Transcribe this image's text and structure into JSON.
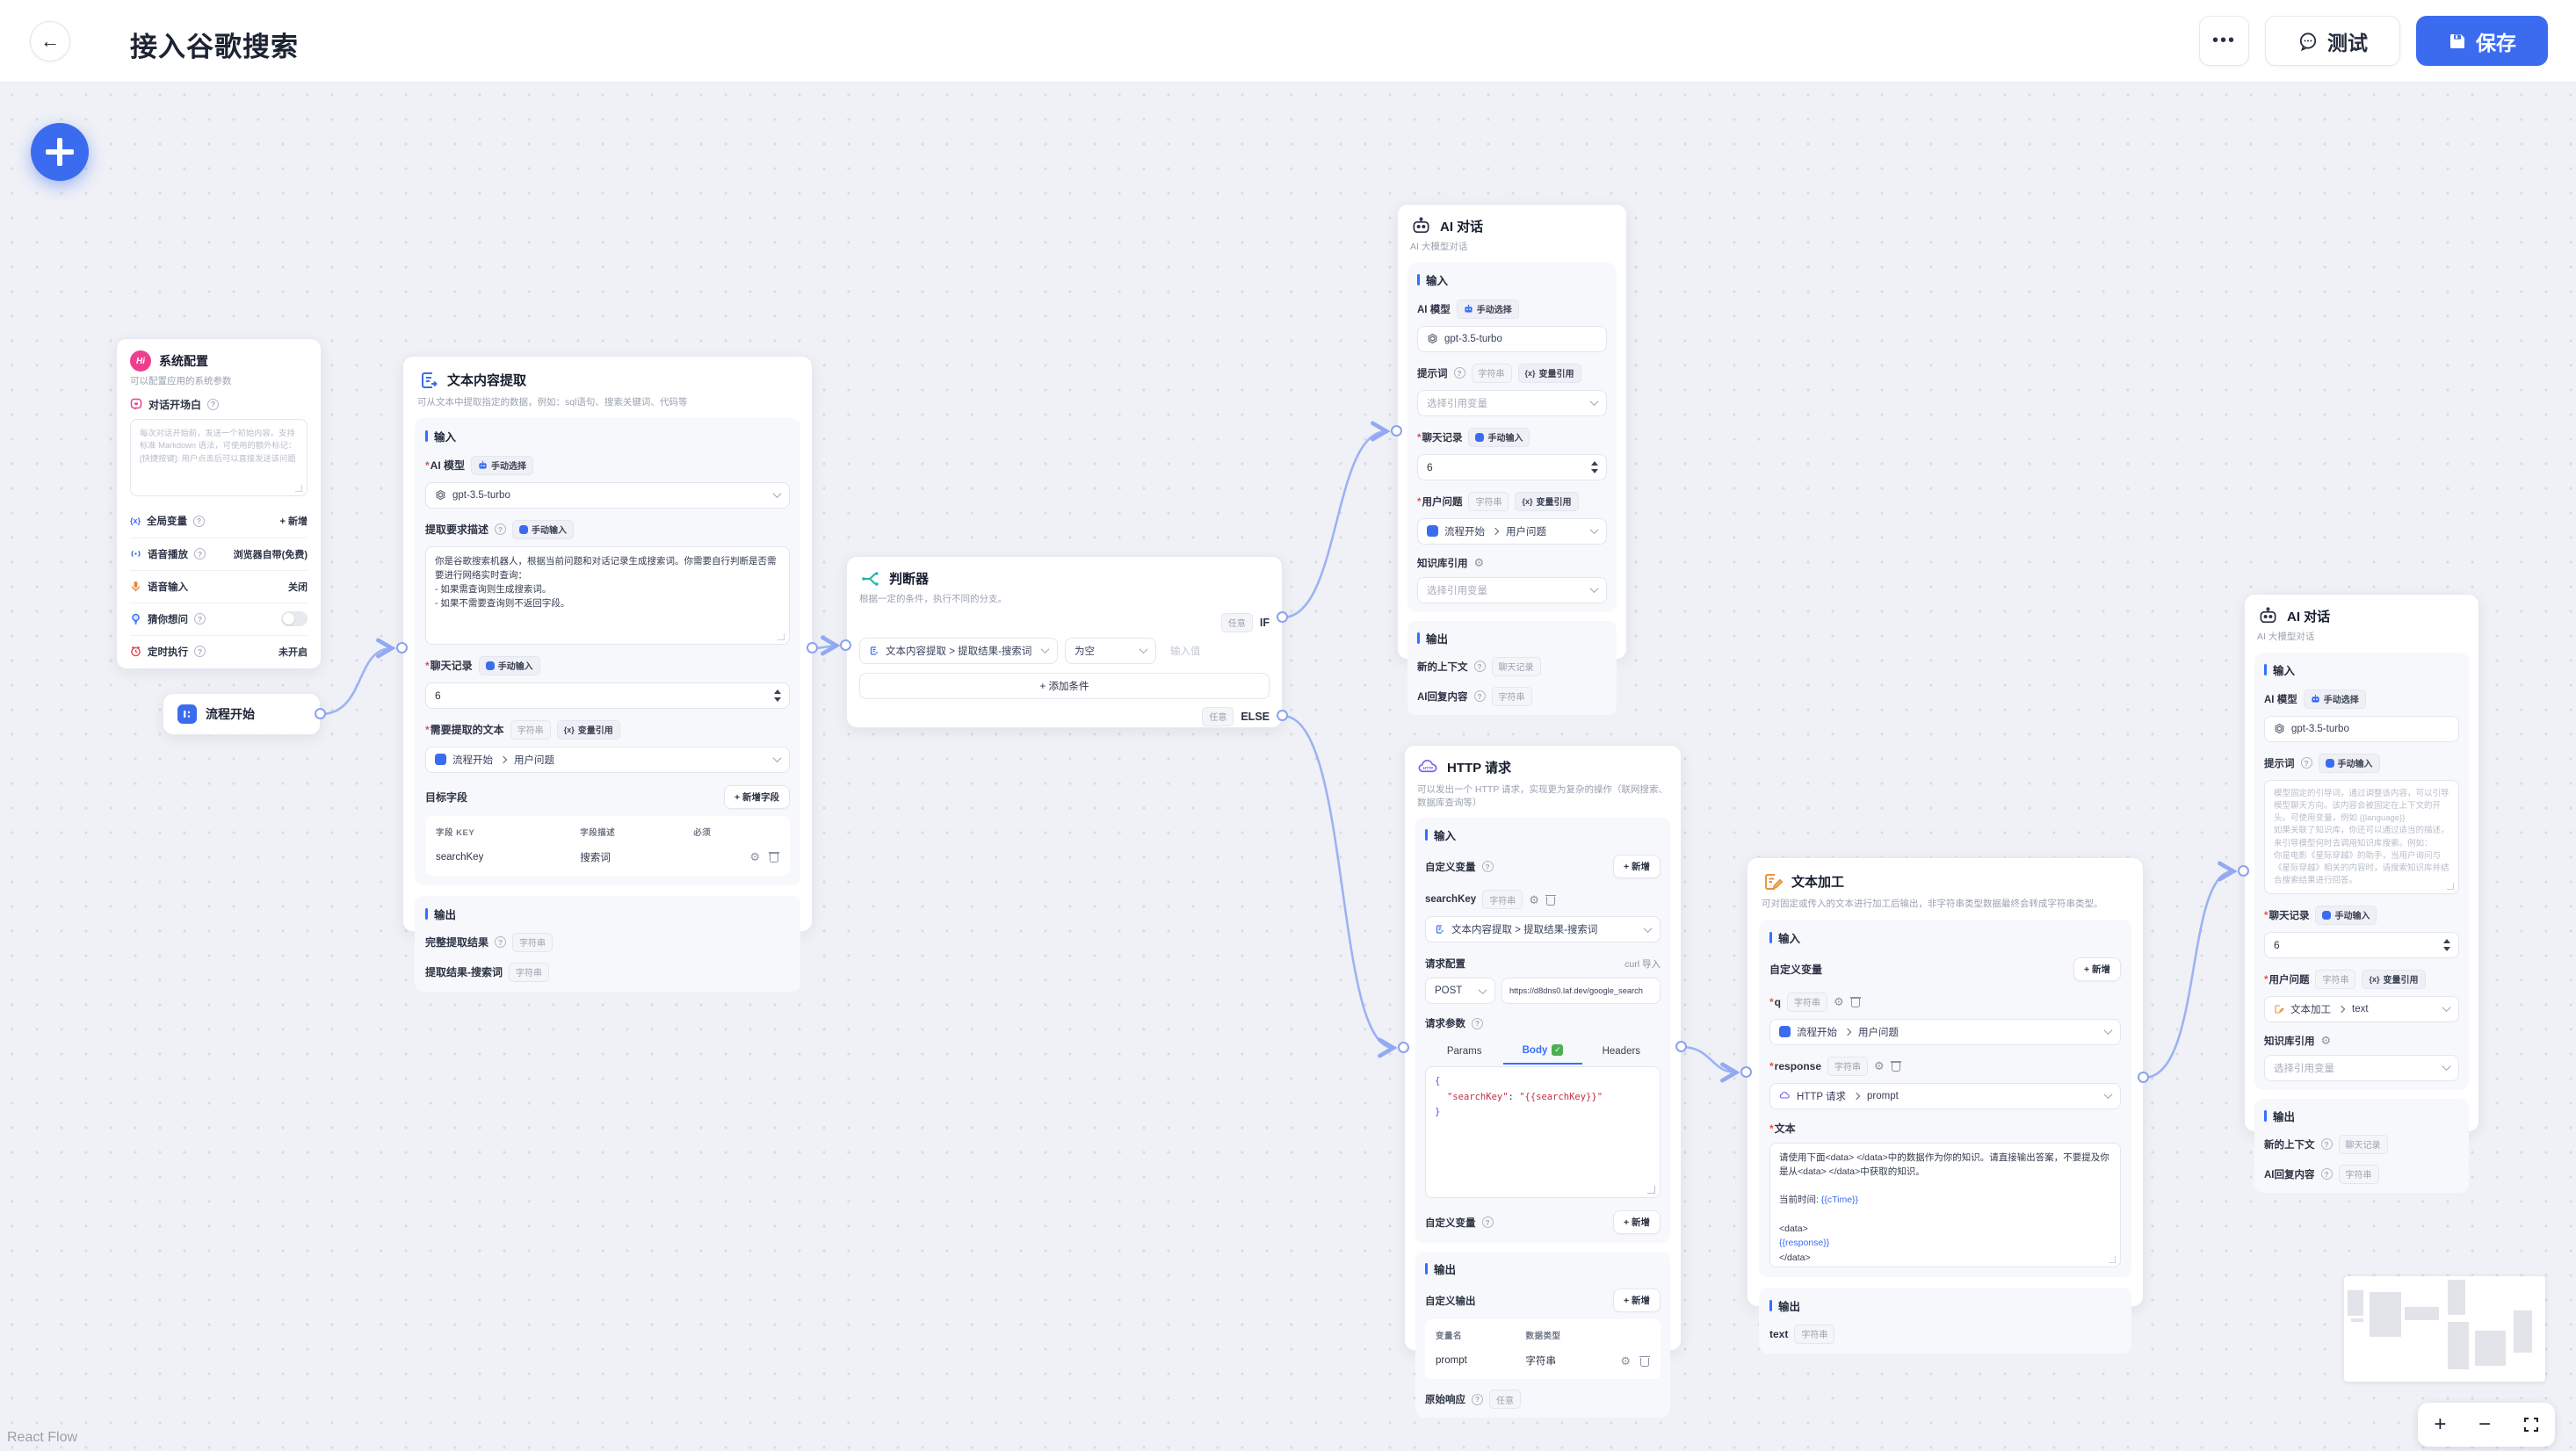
{
  "header": {
    "title": "接入谷歌搜索",
    "more": "•••",
    "test": "测试",
    "save": "保存"
  },
  "canvas": {
    "attribution": "React Flow"
  },
  "common": {
    "input": "输入",
    "output": "输出",
    "add_new": "+ 新增",
    "ai_model": "AI 模型",
    "manual_select": "手动选择",
    "manual_input": "手动输入",
    "var_ref": "变量引用",
    "type_string": "字符串",
    "type_chat_history": "聊天记录",
    "type_any": "任意",
    "model": "gpt-3.5-turbo",
    "prompt": "提示词",
    "chat_history": "聊天记录",
    "chat_rounds": "6",
    "user_question": "用户问题",
    "kb_ref": "知识库引用",
    "select_placeholder": "选择引用变量",
    "new_context": "新的上下文",
    "ai_reply": "AI回复内容",
    "flow_start_ref_source": "流程开始",
    "flow_start_ref_field": "用户问题"
  },
  "nodes": {
    "system_config": {
      "title": "系统配置",
      "subtitle": "可以配置应用的系统参数",
      "opener_label": "对话开场白",
      "opener_placeholder": "每次对话开始前，发送一个初始内容。支持标准 Markdown 语法，可使用的额外标记：\n[快捷按键]: 用户点击后可以直接发送该问题",
      "rows": [
        {
          "label": "全局变量",
          "value": "+ 新增"
        },
        {
          "label": "语音播放",
          "value": "浏览器自带(免费)"
        },
        {
          "label": "语音输入",
          "value": "关闭"
        },
        {
          "label": "猜你想问",
          "value": ""
        },
        {
          "label": "定时执行",
          "value": "未开启"
        }
      ]
    },
    "flow_start": {
      "title": "流程开始"
    },
    "text_extract": {
      "title": "文本内容提取",
      "subtitle": "可从文本中提取指定的数据，例如：sql语句、搜索关键词、代码等",
      "desc_label": "提取要求描述",
      "desc_value": "你是谷歌搜索机器人，根据当前问题和对话记录生成搜索词。你需要自行判断是否需要进行网络实时查询：\n- 如果需查询则生成搜索词。\n- 如果不需要查询则不返回字段。",
      "source_label": "需要提取的文本",
      "target_label": "目标字段",
      "add_field": "+ 新增字段",
      "table": {
        "key_h": "字段 KEY",
        "desc_h": "字段描述",
        "req_h": "必须",
        "rows": [
          {
            "key": "searchKey",
            "desc": "搜索词"
          }
        ]
      },
      "out1": "完整提取结果",
      "out2": "提取结果-搜索词"
    },
    "condition": {
      "title": "判断器",
      "subtitle": "根据一定的条件，执行不同的分支。",
      "any": "任意",
      "if": "IF",
      "else": "ELSE",
      "left_ref": "文本内容提取 > 提取结果-搜索词",
      "operator": "为空",
      "value_placeholder": "输入值",
      "add_condition": "+ 添加条件"
    },
    "ai_chat_top": {
      "title": "AI 对话",
      "subtitle": "AI 大模型对话"
    },
    "ai_chat_right": {
      "title": "AI 对话",
      "subtitle": "AI 大模型对话",
      "prompt_placeholder": "模型固定的引导词，通过调整该内容，可以引导模型聊天方向。该内容会被固定在上下文的开头。可使用变量，例如 {{language}}\n如果关联了知识库，你还可以通过适当的描述，来引导模型何时去调用知识库搜索。例如：\n你是电影《星际穿越》的助手，当用户询问与《星际穿越》相关的内容时，请搜索知识库并结合搜索结果进行回答。",
      "user_ref_source": "文本加工",
      "user_ref_field": "text"
    },
    "http_request": {
      "title": "HTTP 请求",
      "subtitle": "可以发出一个 HTTP 请求，实现更为复杂的操作（联网搜索、数据库查询等）",
      "custom_var": "自定义变量",
      "var_name": "searchKey",
      "var_ref": "文本内容提取 > 提取结果-搜索词",
      "req_config": "请求配置",
      "curl_import": "curl 导入",
      "method": "POST",
      "url": "https://d8dns0.laf.dev/google_search",
      "req_params": "请求参数",
      "tabs": {
        "params": "Params",
        "body": "Body",
        "headers": "Headers"
      },
      "code": {
        "open": "{",
        "key": "\"searchKey\"",
        "colon": ": ",
        "value": "\"{{searchKey}}\"",
        "close": "}"
      },
      "custom_output": "自定义输出",
      "table": {
        "var_h": "变量名",
        "type_h": "数据类型",
        "rows": [
          {
            "name": "prompt",
            "type": "字符串"
          }
        ]
      },
      "raw_label": "原始响应"
    },
    "text_process": {
      "title": "文本加工",
      "subtitle": "可对固定或传入的文本进行加工后输出，非字符串类型数据最终会转成字符串类型。",
      "custom_var": "自定义变量",
      "q_label": "q",
      "resp_label": "response",
      "resp_ref_source": "HTTP 请求",
      "resp_ref_field": "prompt",
      "text_label": "文本",
      "text_seg1": "请使用下面<data> </data>中的数据作为你的知识。请直接输出答案，不要提及你是从<data> </data>中获取的知识。\n\n当前时间: ",
      "text_var1": "{{cTime}}",
      "text_seg2": "\n\n<data>\n",
      "text_var2": "{{response}}",
      "text_seg3": "\n</data>",
      "out_var": "text"
    }
  },
  "controls": {
    "zoom_in": "+",
    "zoom_out": "−"
  }
}
